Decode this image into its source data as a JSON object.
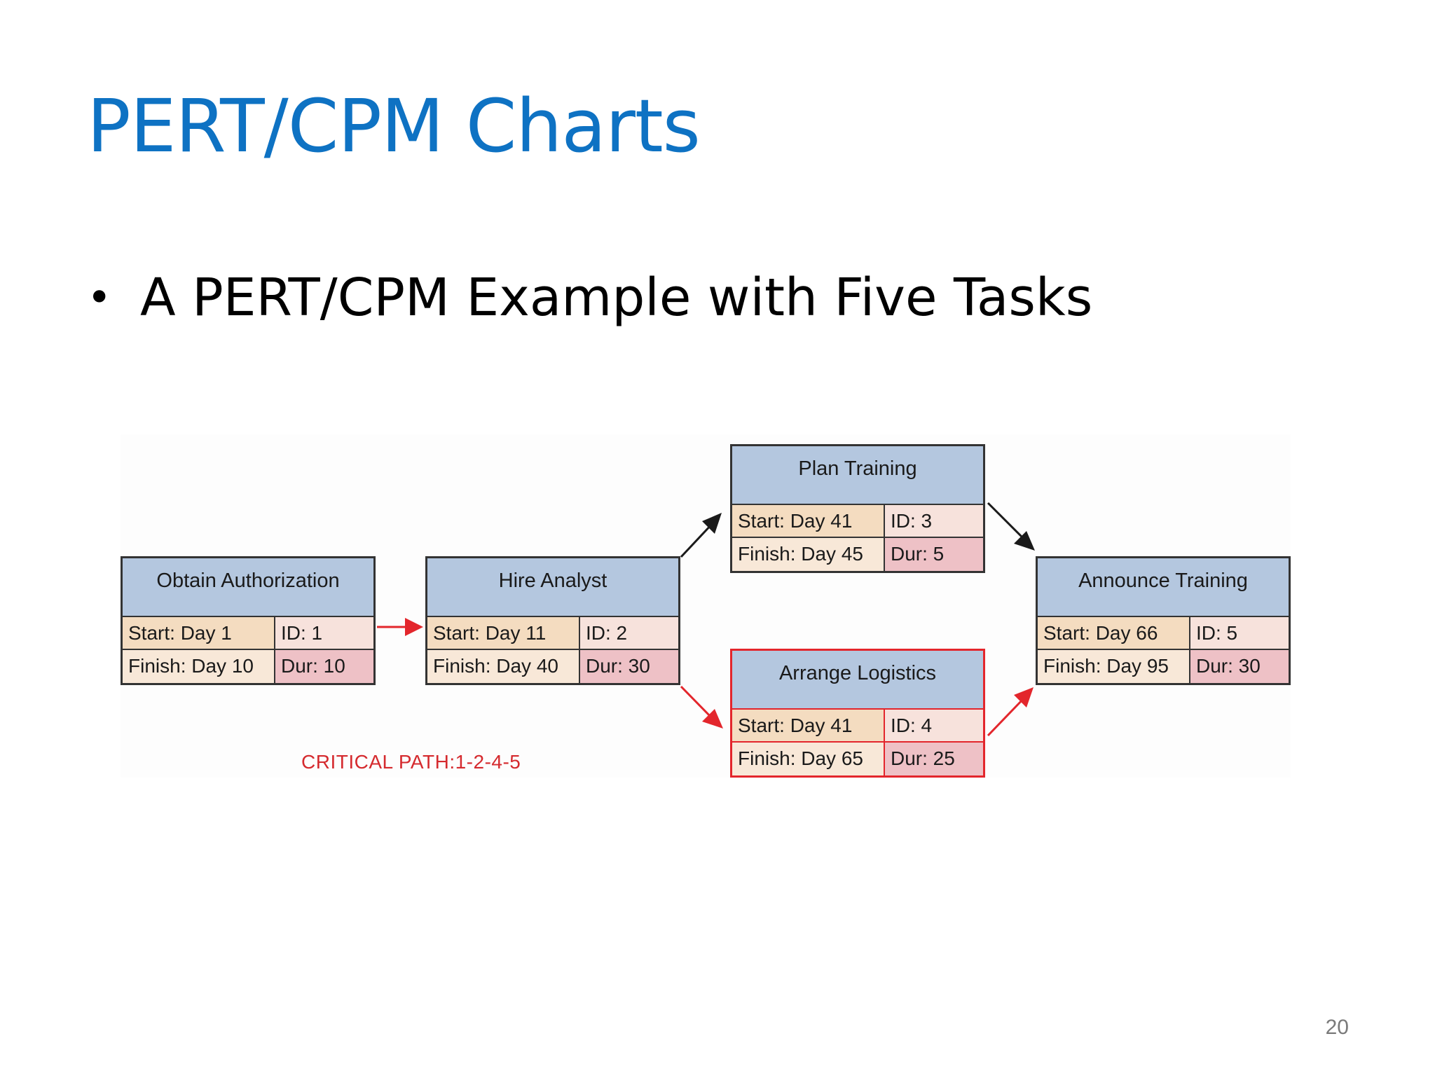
{
  "slide": {
    "title": "PERT/CPM Charts",
    "bullet": "A PERT/CPM Example with Five Tasks",
    "page_number": "20"
  },
  "diagram": {
    "critical_path_label": "CRITICAL PATH:1-2-4-5",
    "nodes": [
      {
        "name": "Obtain Authorization",
        "start": "Start: Day 1",
        "id": "ID: 1",
        "finish": "Finish: Day 10",
        "dur": "Dur: 10",
        "critical": false
      },
      {
        "name": "Hire Analyst",
        "start": "Start: Day 11",
        "id": "ID: 2",
        "finish": "Finish: Day 40",
        "dur": "Dur: 30",
        "critical": false
      },
      {
        "name": "Plan Training",
        "start": "Start: Day 41",
        "id": "ID: 3",
        "finish": "Finish: Day 45",
        "dur": "Dur: 5",
        "critical": false
      },
      {
        "name": "Arrange Logistics",
        "start": "Start: Day 41",
        "id": "ID: 4",
        "finish": "Finish: Day 65",
        "dur": "Dur: 25",
        "critical": true
      },
      {
        "name": "Announce Training",
        "start": "Start: Day 66",
        "id": "ID: 5",
        "finish": "Finish: Day 95",
        "dur": "Dur: 30",
        "critical": false
      }
    ],
    "colors": {
      "title": "#0e72c3",
      "critical": "#e3262c",
      "normal_arrow": "#1a1a1a",
      "header_fill": "#b4c7df"
    }
  }
}
